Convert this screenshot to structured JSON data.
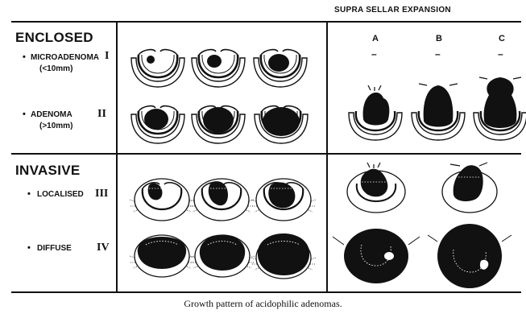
{
  "header": {
    "supra_sellar": "SUPRA SELLAR EXPANSION",
    "col_a": "A",
    "col_b": "B",
    "col_c": "C",
    "dash": "–"
  },
  "enclosed": {
    "title": "ENCLOSED",
    "microadenoma": {
      "bullet": "•",
      "label": "MICROADENOMA",
      "grade": "I",
      "size": "(<10mm)"
    },
    "adenoma": {
      "bullet": "•",
      "label": "ADENOMA",
      "grade": "II",
      "size": "(>10mm)"
    }
  },
  "invasive": {
    "title": "INVASIVE",
    "localised": {
      "bullet": "•",
      "label": "LOCALISED",
      "grade": "III"
    },
    "diffuse": {
      "bullet": "•",
      "label": "DIFFUSE",
      "grade": "IV"
    }
  },
  "caption": "Growth pattern of acidophilic adenomas.",
  "colors": {
    "ink": "#111111",
    "paper": "#ffffff"
  }
}
